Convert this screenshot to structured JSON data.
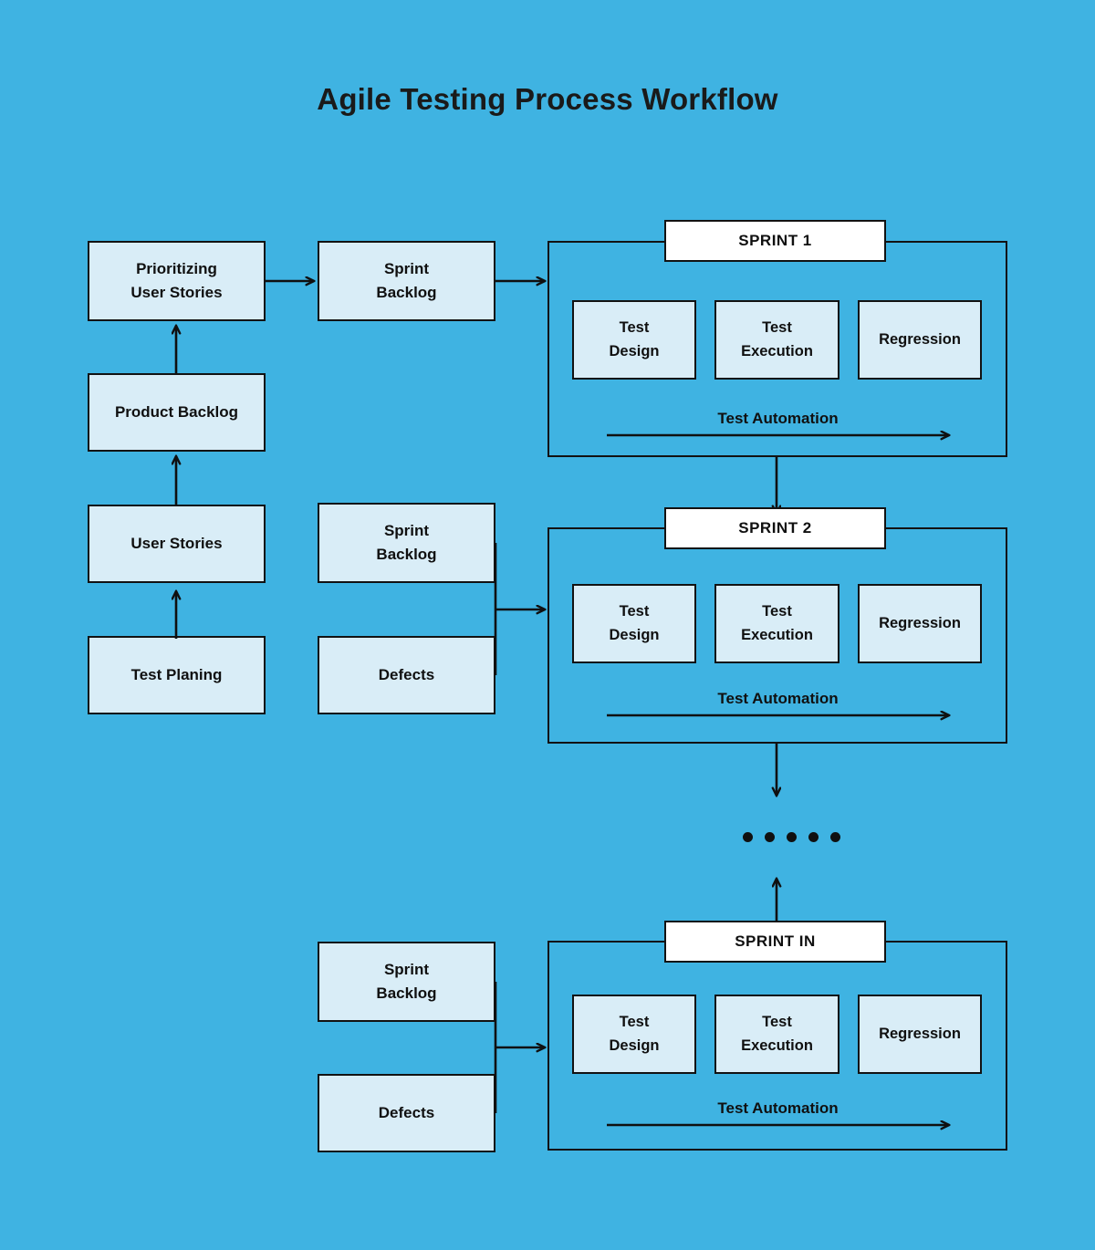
{
  "page": {
    "title": "Agile Testing Process Workflow",
    "background_color": "#3fb3e2",
    "box_fill_color": "#d9edf7",
    "box_border_color": "#121212",
    "label_fill_color": "#ffffff",
    "text_color": "#101010"
  },
  "left_flow": {
    "prioritizing_user_stories": "Prioritizing\nUser Stories",
    "product_backlog": "Product Backlog",
    "user_stories": "User Stories",
    "test_planing": "Test Planing"
  },
  "inputs": {
    "sprint1_backlog": "Sprint\nBacklog",
    "sprint2_backlog": "Sprint\nBacklog",
    "sprint2_defects": "Defects",
    "sprintin_backlog": "Sprint\nBacklog",
    "sprintin_defects": "Defects"
  },
  "sprints": [
    {
      "id": "sprint-1",
      "label": "SPRINT 1",
      "stages": [
        "Test\nDesign",
        "Test\nExecution",
        "Regression"
      ],
      "automation_label": "Test Automation"
    },
    {
      "id": "sprint-2",
      "label": "SPRINT 2",
      "stages": [
        "Test\nDesign",
        "Test\nExecution",
        "Regression"
      ],
      "automation_label": "Test Automation"
    },
    {
      "id": "sprint-in",
      "label": "SPRINT IN",
      "stages": [
        "Test\nDesign",
        "Test\nExecution",
        "Regression"
      ],
      "automation_label": "Test Automation"
    }
  ],
  "ellipsis": {
    "dot_count": 5,
    "meaning": "continued-sprints"
  }
}
